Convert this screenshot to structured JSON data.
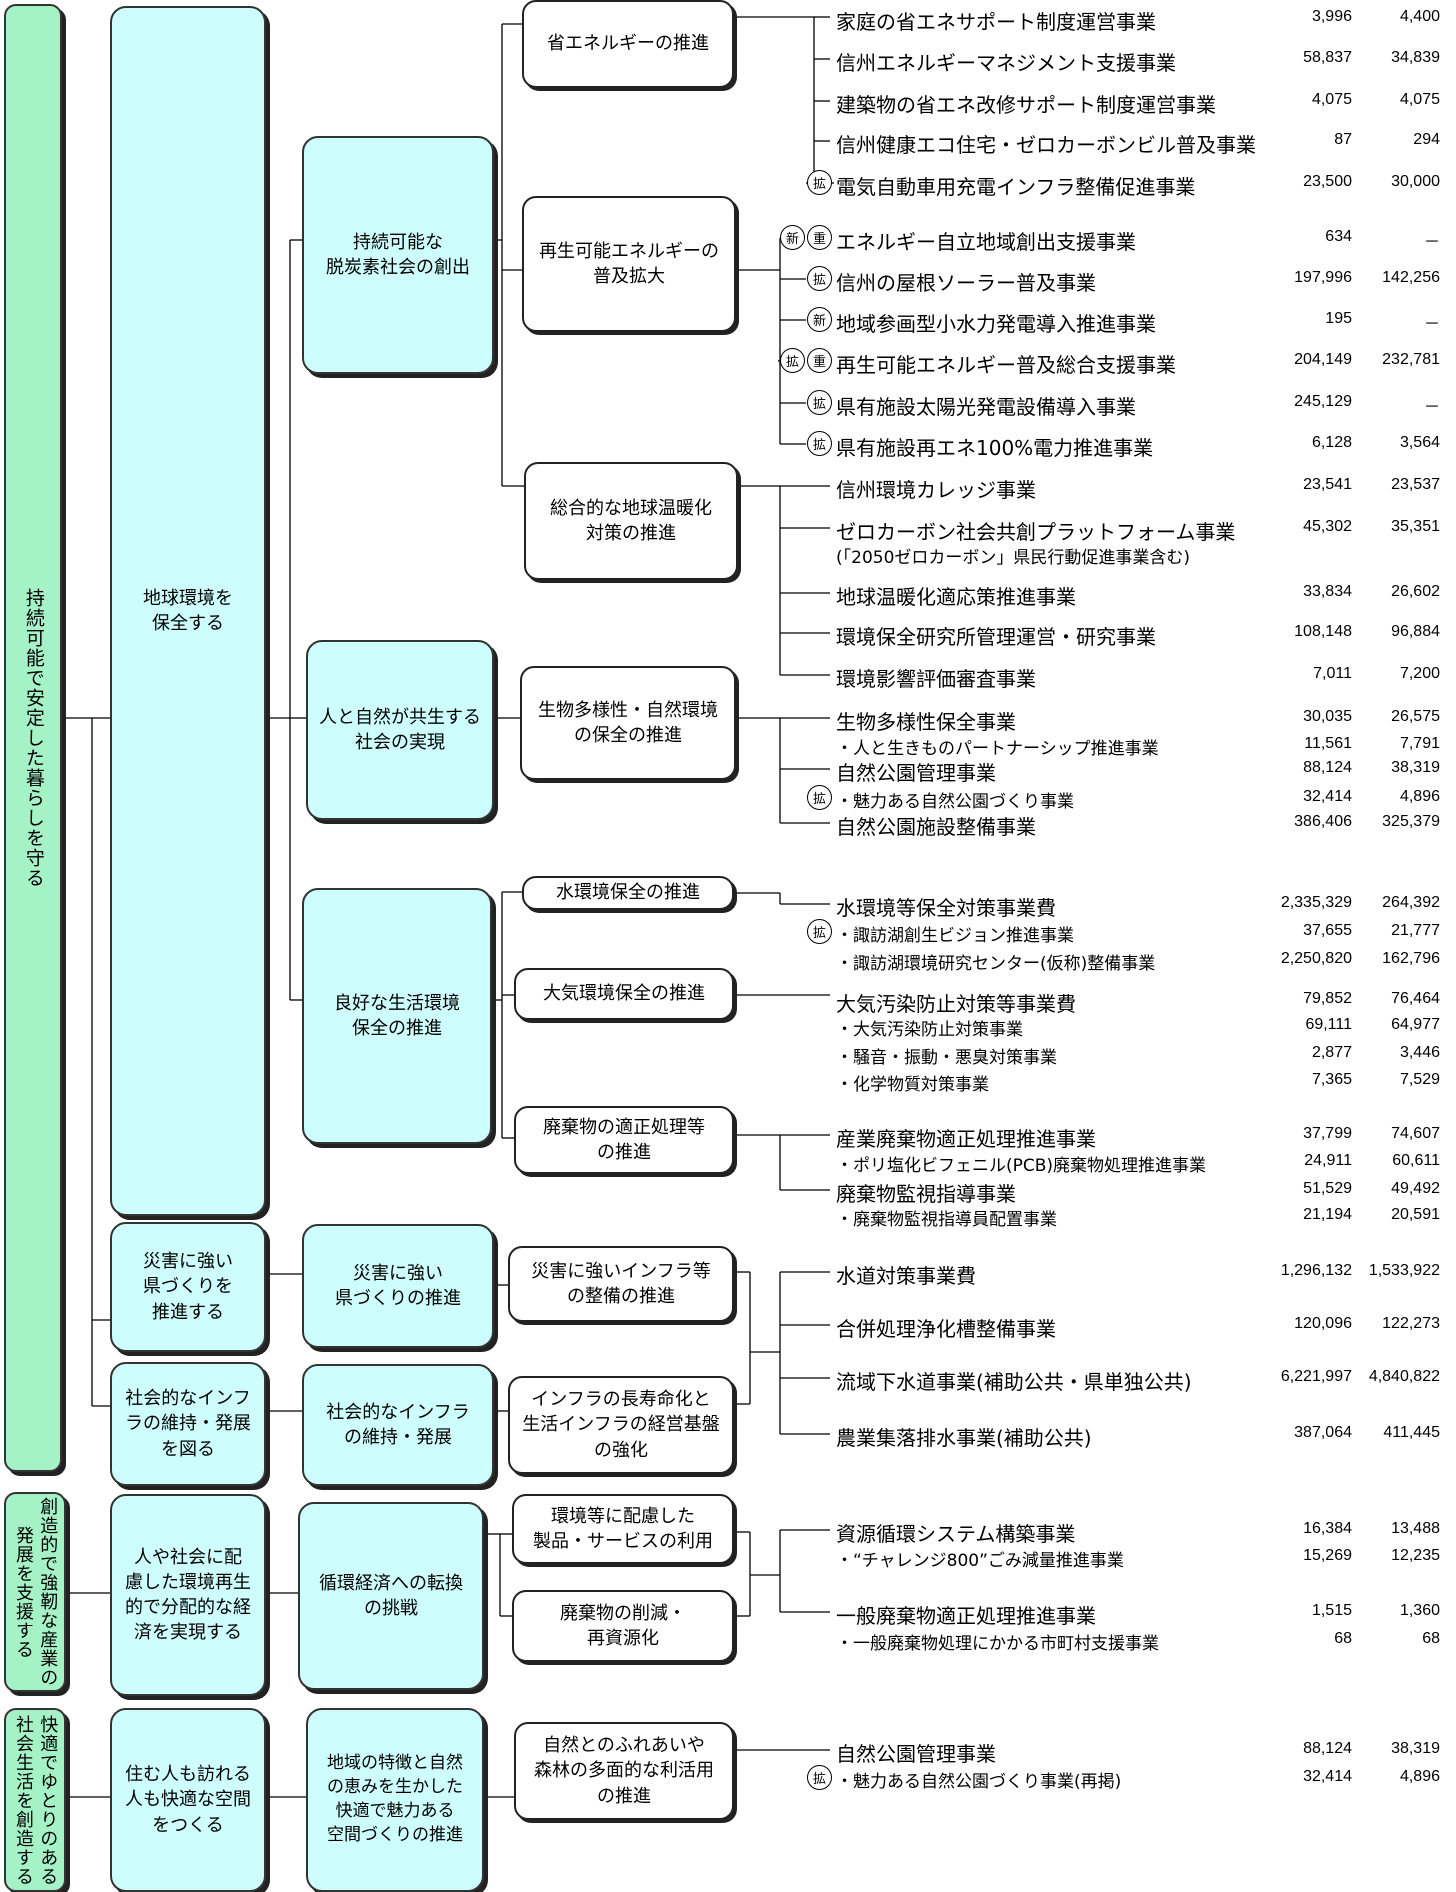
{
  "level1": [
    "持続可能で安定した暮らしを守る",
    "創造的で強靭な産業の\n発展を支援する",
    "快適でゆとりのある\n社会生活を創造する"
  ],
  "level2": [
    "地球環境を\n保全する",
    "災害に強い\n県づくりを\n推進する",
    "社会的なインフ\nラの維持・発展\nを図る",
    "人や社会に配\n慮した環境再生\n的で分配的な経\n済を実現する",
    "住む人も訪れる\n人も快適な空間\nをつくる"
  ],
  "level3": [
    "持続可能な\n脱炭素社会の創出",
    "人と自然が共生する\n社会の実現",
    "良好な生活環境\n保全の推進",
    "災害に強い\n県づくりの推進",
    "社会的なインフラ\nの維持・発展",
    "循環経済への転換\nの挑戦",
    "地域の特徴と自然\nの恵みを生かした\n快適で魅力ある\n空間づくりの推進"
  ],
  "level4": [
    "省エネルギーの推進",
    "再生可能エネルギーの\n普及拡大",
    "総合的な地球温暖化\n対策の推進",
    "生物多様性・自然環境\nの保全の推進",
    "水環境保全の推進",
    "大気環境保全の推進",
    "廃棄物の適正処理等\nの推進",
    "災害に強いインフラ等\nの整備の推進",
    "インフラの長寿命化と\n生活インフラの経営基盤\nの強化",
    "環境等に配慮した\n製品・サービスの利用",
    "廃棄物の削減・\n再資源化",
    "自然とのふれあいや\n森林の多面的な利活用\nの推進"
  ],
  "projects": [
    {
      "name": "家庭の省エネサポート制度運営事業",
      "v1": "3,996",
      "v2": "4,400",
      "marks": []
    },
    {
      "name": "信州エネルギーマネジメント支援事業",
      "v1": "58,837",
      "v2": "34,839",
      "marks": []
    },
    {
      "name": "建築物の省エネ改修サポート制度運営事業",
      "v1": "4,075",
      "v2": "4,075",
      "marks": []
    },
    {
      "name": "信州健康エコ住宅・ゼロカーボンビル普及事業",
      "v1": "87",
      "v2": "294",
      "marks": []
    },
    {
      "name": "電気自動車用充電インフラ整備促進事業",
      "v1": "23,500",
      "v2": "30,000",
      "marks": [
        "拡"
      ]
    },
    {
      "name": "エネルギー自立地域創出支援事業",
      "v1": "634",
      "v2": "－",
      "marks": [
        "新",
        "重"
      ]
    },
    {
      "name": "信州の屋根ソーラー普及事業",
      "v1": "197,996",
      "v2": "142,256",
      "marks": [
        "拡"
      ]
    },
    {
      "name": "地域参画型小水力発電導入推進事業",
      "v1": "195",
      "v2": "－",
      "marks": [
        "新"
      ]
    },
    {
      "name": "再生可能エネルギー普及総合支援事業",
      "v1": "204,149",
      "v2": "232,781",
      "marks": [
        "拡",
        "重"
      ]
    },
    {
      "name": "県有施設太陽光発電設備導入事業",
      "v1": "245,129",
      "v2": "－",
      "marks": [
        "拡"
      ]
    },
    {
      "name": "県有施設再エネ100%電力推進事業",
      "v1": "6,128",
      "v2": "3,564",
      "marks": [
        "拡"
      ]
    },
    {
      "name": "信州環境カレッジ事業",
      "v1": "23,541",
      "v2": "23,537",
      "marks": []
    },
    {
      "name": "ゼロカーボン社会共創プラットフォーム事業",
      "v1": "45,302",
      "v2": "35,351",
      "marks": []
    },
    {
      "name": "(「2050ゼロカーボン」県民行動促進事業含む)",
      "v1": "",
      "v2": "",
      "marks": []
    },
    {
      "name": "地球温暖化適応策推進事業",
      "v1": "33,834",
      "v2": "26,602",
      "marks": []
    },
    {
      "name": "環境保全研究所管理運営・研究事業",
      "v1": "108,148",
      "v2": "96,884",
      "marks": []
    },
    {
      "name": "環境影響評価審査事業",
      "v1": "7,011",
      "v2": "7,200",
      "marks": []
    },
    {
      "name": "生物多様性保全事業",
      "v1": "30,035",
      "v2": "26,575",
      "marks": []
    },
    {
      "name": "・人と生きものパートナーシップ推進事業",
      "v1": "11,561",
      "v2": "7,791",
      "marks": []
    },
    {
      "name": "自然公園管理事業",
      "v1": "88,124",
      "v2": "38,319",
      "marks": []
    },
    {
      "name": "・魅力ある自然公園づくり事業",
      "v1": "32,414",
      "v2": "4,896",
      "marks": [
        "拡"
      ]
    },
    {
      "name": "自然公園施設整備事業",
      "v1": "386,406",
      "v2": "325,379",
      "marks": []
    },
    {
      "name": "水環境等保全対策事業費",
      "v1": "2,335,329",
      "v2": "264,392",
      "marks": []
    },
    {
      "name": "・諏訪湖創生ビジョン推進事業",
      "v1": "37,655",
      "v2": "21,777",
      "marks": [
        "拡"
      ]
    },
    {
      "name": "・諏訪湖環境研究センター(仮称)整備事業",
      "v1": "2,250,820",
      "v2": "162,796",
      "marks": []
    },
    {
      "name": "大気汚染防止対策等事業費",
      "v1": "79,852",
      "v2": "76,464",
      "marks": []
    },
    {
      "name": "・大気汚染防止対策事業",
      "v1": "69,111",
      "v2": "64,977",
      "marks": []
    },
    {
      "name": "・騒音・振動・悪臭対策事業",
      "v1": "2,877",
      "v2": "3,446",
      "marks": []
    },
    {
      "name": "・化学物質対策事業",
      "v1": "7,365",
      "v2": "7,529",
      "marks": []
    },
    {
      "name": "産業廃棄物適正処理推進事業",
      "v1": "37,799",
      "v2": "74,607",
      "marks": []
    },
    {
      "name": "・ポリ塩化ビフェニル(PCB)廃棄物処理推進事業",
      "v1": "24,911",
      "v2": "60,611",
      "marks": []
    },
    {
      "name": "廃棄物監視指導事業",
      "v1": "51,529",
      "v2": "49,492",
      "marks": []
    },
    {
      "name": "・廃棄物監視指導員配置事業",
      "v1": "21,194",
      "v2": "20,591",
      "marks": []
    },
    {
      "name": "水道対策事業費",
      "v1": "1,296,132",
      "v2": "1,533,922",
      "marks": []
    },
    {
      "name": "合併処理浄化槽整備事業",
      "v1": "120,096",
      "v2": "122,273",
      "marks": []
    },
    {
      "name": "流域下水道事業(補助公共・県単独公共)",
      "v1": "6,221,997",
      "v2": "4,840,822",
      "marks": []
    },
    {
      "name": "農業集落排水事業(補助公共)",
      "v1": "387,064",
      "v2": "411,445",
      "marks": []
    },
    {
      "name": "資源循環システム構築事業",
      "v1": "16,384",
      "v2": "13,488",
      "marks": []
    },
    {
      "name": "・“チャレンジ800”ごみ減量推進事業",
      "v1": "15,269",
      "v2": "12,235",
      "marks": []
    },
    {
      "name": "一般廃棄物適正処理推進事業",
      "v1": "1,515",
      "v2": "1,360",
      "marks": []
    },
    {
      "name": "・一般廃棄物処理にかかる市町村支援事業",
      "v1": "68",
      "v2": "68",
      "marks": []
    },
    {
      "name": "自然公園管理事業",
      "v1": "88,124",
      "v2": "38,319",
      "marks": []
    },
    {
      "name": "・魅力ある自然公園づくり事業(再掲)",
      "v1": "32,414",
      "v2": "4,896",
      "marks": [
        "拡"
      ]
    }
  ]
}
